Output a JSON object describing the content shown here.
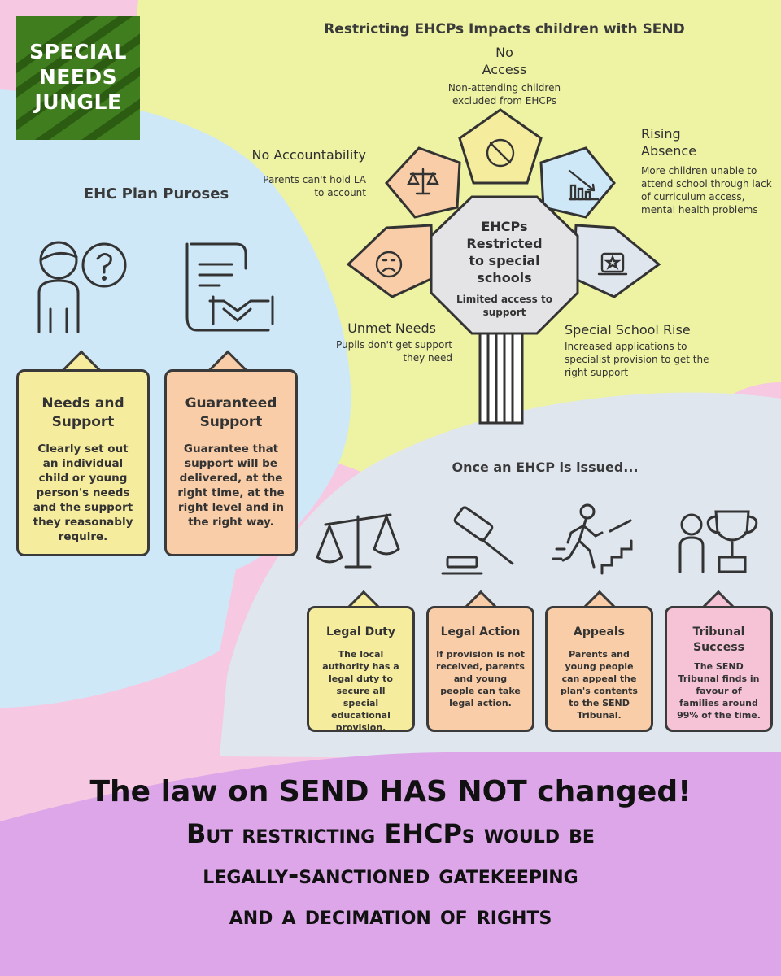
{
  "logo": {
    "text": "SPECIAL NEEDS JUNGLE"
  },
  "diagram": {
    "title": "Restricting EHCPs Impacts children with SEND",
    "center": {
      "heading": "EHCPs Restricted to special schools",
      "sub": "Limited access to support"
    },
    "impacts": [
      {
        "heading": "No Access",
        "desc": "Non-attending children excluded from EHCPs"
      },
      {
        "heading": "Rising Absence",
        "desc": "More children unable to attend school through lack of curriculum access, mental health problems"
      },
      {
        "heading": "No Accountability",
        "desc": "Parents can't hold LA to account"
      },
      {
        "heading": "Unmet Needs",
        "desc": "Pupils don't get support they need"
      },
      {
        "heading": "Special School Rise",
        "desc": "Increased applications to specialist provision to get the right support"
      }
    ]
  },
  "purposes": {
    "title": "EHC Plan Puroses",
    "cards": [
      {
        "heading": "Needs and Support",
        "body": "Clearly set out an individual child or young person's needs and the support they reasonably require."
      },
      {
        "heading": "Guaranteed Support",
        "body": "Guarantee that support will be delivered, at the right time, at the right level and in the right way."
      }
    ]
  },
  "issued": {
    "title": "Once an EHCP is issued...",
    "cards": [
      {
        "heading": "Legal Duty",
        "body": "The local authority has a legal duty to secure all special educational provision."
      },
      {
        "heading": "Legal Action",
        "body": "If provision is not received, parents and young people can take legal action."
      },
      {
        "heading": "Appeals",
        "body": "Parents and young people can appeal the plan's contents to the SEND Tribunal."
      },
      {
        "heading": "Tribunal Success",
        "body": "The SEND Tribunal finds in favour of families around 99% of the time."
      }
    ]
  },
  "footer": {
    "line1": "The law on SEND HAS NOT changed!",
    "line2": "But restricting EHCPs would be",
    "line3": "legally-sanctioned gatekeeping",
    "line4": "and a decimation of rights"
  },
  "colors": {
    "lime": "#eef3a3",
    "sky": "#cfe8f7",
    "mist": "#dfe6ee",
    "lilac": "#dca6e8",
    "pink": "#f6c8e2",
    "green": "#3f7d1e"
  }
}
